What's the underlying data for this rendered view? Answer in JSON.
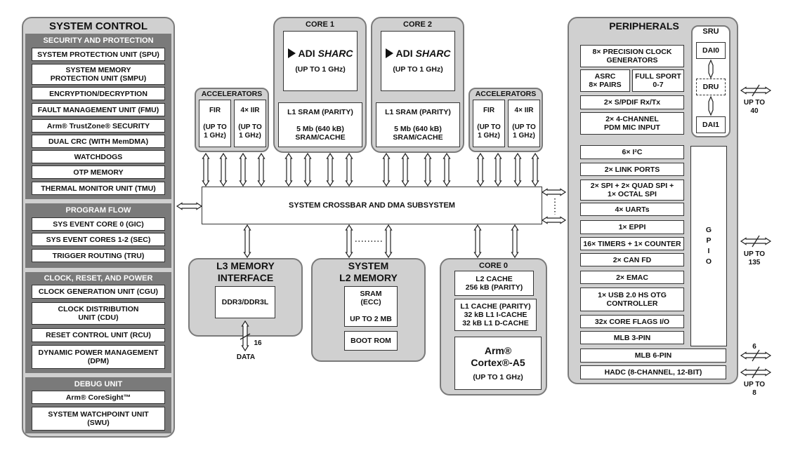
{
  "system_control": {
    "title": "SYSTEM CONTROL",
    "security": {
      "title": "SECURITY AND PROTECTION",
      "items": [
        "SYSTEM PROTECTION UNIT (SPU)",
        "SYSTEM MEMORY\nPROTECTION UNIT (SMPU)",
        "ENCRYPTION/DECRYPTION",
        "FAULT MANAGEMENT UNIT (FMU)",
        "Arm® TrustZone® SECURITY",
        "DUAL CRC (WITH MemDMA)",
        "WATCHDOGS",
        "OTP MEMORY",
        "THERMAL MONITOR UNIT (TMU)"
      ]
    },
    "program_flow": {
      "title": "PROGRAM FLOW",
      "items": [
        "SYS EVENT CORE 0 (GIC)",
        "SYS EVENT CORES 1-2 (SEC)",
        "TRIGGER ROUTING (TRU)"
      ]
    },
    "clock": {
      "title": "CLOCK, RESET, AND POWER",
      "items": [
        "CLOCK GENERATION UNIT (CGU)",
        "CLOCK DISTRIBUTION\nUNIT (CDU)",
        "RESET CONTROL UNIT (RCU)",
        "DYNAMIC POWER MANAGEMENT\n(DPM)"
      ]
    },
    "debug": {
      "title": "DEBUG UNIT",
      "items": [
        "Arm® CoreSight™",
        "SYSTEM WATCHPOINT UNIT\n(SWU)"
      ]
    }
  },
  "accel_left": {
    "title": "ACCELERATORS",
    "fir": "FIR\n\n(UP TO\n1 GHz)",
    "iir": "4× IIR\n\n(UP TO\n1 GHz)"
  },
  "accel_right": {
    "title": "ACCELERATORS",
    "fir": "FIR\n\n(UP TO\n1 GHz)",
    "iir": "4× IIR\n\n(UP TO\n1 GHz)"
  },
  "core1": {
    "title": "CORE 1",
    "logo_adi": "ADI",
    "logo_sharc": "SHARC",
    "speed": "(UP TO 1 GHz)",
    "sram": "L1 SRAM (PARITY)\n\n5 Mb (640 kB)\nSRAM/CACHE"
  },
  "core2": {
    "title": "CORE 2",
    "logo_adi": "ADI",
    "logo_sharc": "SHARC",
    "speed": "(UP TO 1 GHz)",
    "sram": "L1 SRAM (PARITY)\n\n5 Mb (640 kB)\nSRAM/CACHE"
  },
  "crossbar": "SYSTEM CROSSBAR AND DMA SUBSYSTEM",
  "l3": {
    "title": "L3 MEMORY\nINTERFACE",
    "ddr": "DDR3/DDR3L",
    "bus": "16",
    "data": "DATA"
  },
  "l2": {
    "title": "SYSTEM\nL2 MEMORY",
    "sram": "SRAM\n(ECC)\n\nUP TO 2 MB",
    "rom": "BOOT ROM"
  },
  "core0": {
    "title": "CORE 0",
    "l2cache": "L2 CACHE\n256 kB (PARITY)",
    "l1cache": "L1 CACHE (PARITY)\n32 kB L1 I-CACHE\n32 kB L1 D-CACHE",
    "arm": "Arm®\nCortex®-A5",
    "speed": "(UP TO 1 GHz)"
  },
  "peripherals": {
    "title": "PERIPHERALS",
    "sru": "SRU",
    "dai0": "DAI0",
    "dru": "DRU",
    "dai1": "DAI1",
    "gpio": "G\nP\nI\nO",
    "items_top": [
      "8× PRECISION CLOCK\nGENERATORS",
      "ASRC\n8× PAIRS",
      "FULL SPORT\n0-7",
      "2× S/PDIF Rx/Tx",
      "2× 4-CHANNEL\nPDM MIC INPUT"
    ],
    "items": [
      "6× I²C",
      "2× LINK PORTS",
      "2× SPI + 2× QUAD SPI +\n1× OCTAL SPI",
      "4× UARTs",
      "1× EPPI",
      "16× TIMERS + 1× COUNTER",
      "2× CAN FD",
      "2× EMAC",
      "1× USB 2.0 HS OTG\nCONTROLLER",
      "32x CORE FLAGS I/O",
      "MLB 3-PIN"
    ],
    "items_bottom": [
      "MLB 6-PIN",
      "HADC (8-CHANNEL, 12-BIT)"
    ]
  },
  "side_labels": {
    "upto40": "UP TO\n40",
    "upto135": "UP TO\n135",
    "six": "6",
    "upto8": "UP TO\n8"
  }
}
